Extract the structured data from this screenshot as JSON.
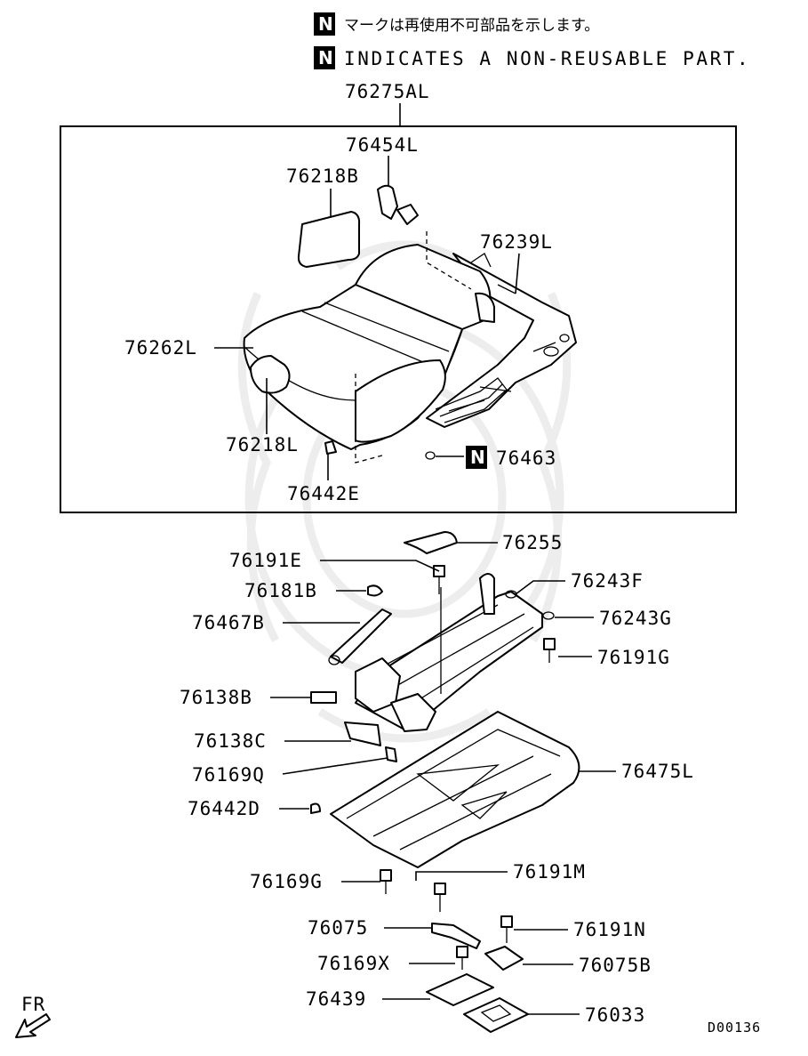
{
  "notes": {
    "badge": "N",
    "jp": "マークは再使用不可部品を示します。",
    "en": "INDICATES A NON-REUSABLE PART."
  },
  "assembly_label": "76275AL",
  "callouts": {
    "p76454L": "76454L",
    "p76218B": "76218B",
    "p76239L": "76239L",
    "p76262L": "76262L",
    "p76218L": "76218L",
    "p76442E": "76442E",
    "p76463": "76463",
    "p76255": "76255",
    "p76191E": "76191E",
    "p76181B": "76181B",
    "p76243F": "76243F",
    "p76467B": "76467B",
    "p76243G": "76243G",
    "p76191G": "76191G",
    "p76138B": "76138B",
    "p76138C": "76138C",
    "p76169Q": "76169Q",
    "p76475L": "76475L",
    "p76442D": "76442D",
    "p76169G": "76169G",
    "p76191M": "76191M",
    "p76075": "76075",
    "p76191N": "76191N",
    "p76169X": "76169X",
    "p76075B": "76075B",
    "p76439": "76439",
    "p76033": "76033"
  },
  "direction_label": "FR",
  "figure_code": "D00136"
}
